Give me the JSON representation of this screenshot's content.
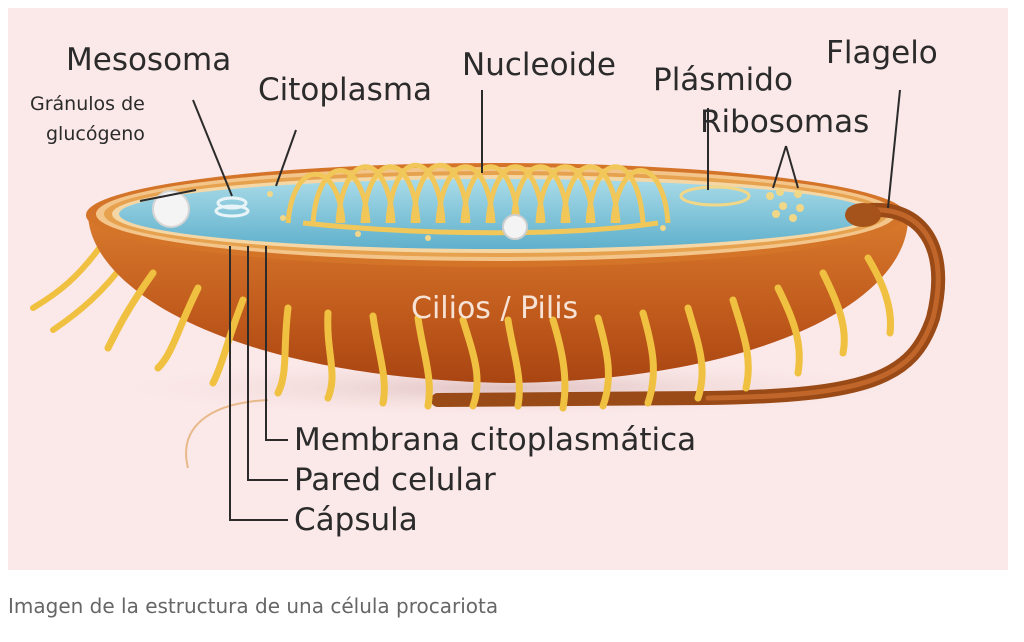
{
  "labels": {
    "mesosoma": "Mesosoma",
    "granulos_line1": "Gránulos de",
    "granulos_line2": "glucógeno",
    "citoplasma": "Citoplasma",
    "nucleoide": "Nucleoide",
    "plasmido": "Plásmido",
    "ribosomas": "Ribosomas",
    "flagelo": "Flagelo",
    "cilios_pilis": "Cilios / Pilis",
    "membrana": "Membrana citoplasmática",
    "pared": "Pared celular",
    "capsula": "Cápsula"
  },
  "caption": "Imagen de la estructura de una célula procariota",
  "colors": {
    "background": "#fbe8e8",
    "capsule": "#c8611f",
    "wall": "#e6a24e",
    "cytoplasm": "#7ec4d8",
    "nucleoid": "#f1c75a",
    "pili": "#f0c040",
    "flagellum": "#9a4a16"
  }
}
